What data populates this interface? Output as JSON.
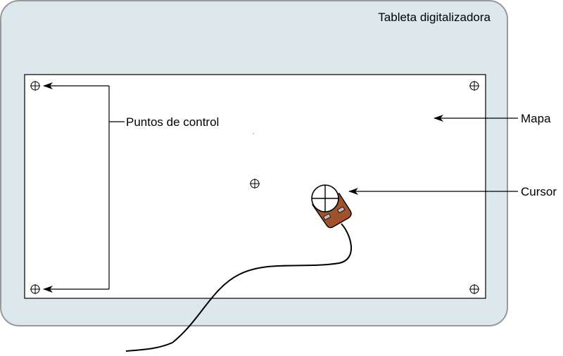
{
  "diagram": {
    "labels": {
      "tablet": "Tableta digitalizadora",
      "control_points": "Puntos de control",
      "map": "Mapa",
      "cursor": "Cursor"
    },
    "colors": {
      "tablet_fill": "#dde8ed",
      "tablet_stroke": "#999999",
      "map_fill": "#ffffff",
      "cursor_body": "#a0522d",
      "line": "#000000"
    },
    "icons": {
      "control_point": "crosshair-circle-icon",
      "cursor_lens": "crosshair-lens-icon",
      "cursor_cable": "cable-icon"
    }
  }
}
